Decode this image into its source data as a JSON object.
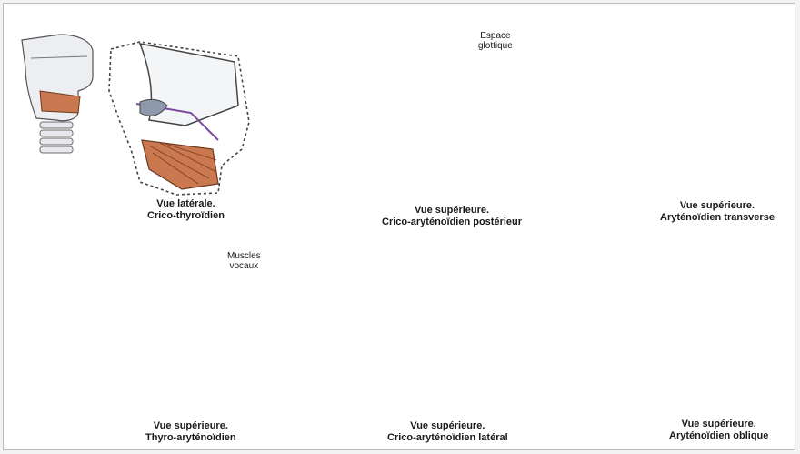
{
  "figure": {
    "panels": [
      {
        "id": "crico-thyroidien",
        "view": "Vue latérale.",
        "muscle": "Crico-thyroïdien"
      },
      {
        "id": "crico-arytenoidien-posterieur",
        "view": "Vue supérieure.",
        "muscle": "Crico-aryténoïdien postérieur"
      },
      {
        "id": "arytenoidien-transverse",
        "view": "Vue supérieure.",
        "muscle": "Aryténoïdien transverse"
      },
      {
        "id": "thyro-arytenoidien",
        "view": "Vue supérieure.",
        "muscle": "Thyro-aryténoïdien"
      },
      {
        "id": "crico-arytenoidien-lateral",
        "view": "Vue supérieure.",
        "muscle": "Crico-aryténoïdien latéral"
      },
      {
        "id": "arytenoidien-oblique",
        "view": "Vue supérieure.",
        "muscle": "Aryténoïdien oblique"
      }
    ],
    "callouts": {
      "espace_glottique": [
        "Espace",
        "glottique"
      ],
      "muscles_vocaux": [
        "Muscles",
        "vocaux"
      ]
    }
  }
}
